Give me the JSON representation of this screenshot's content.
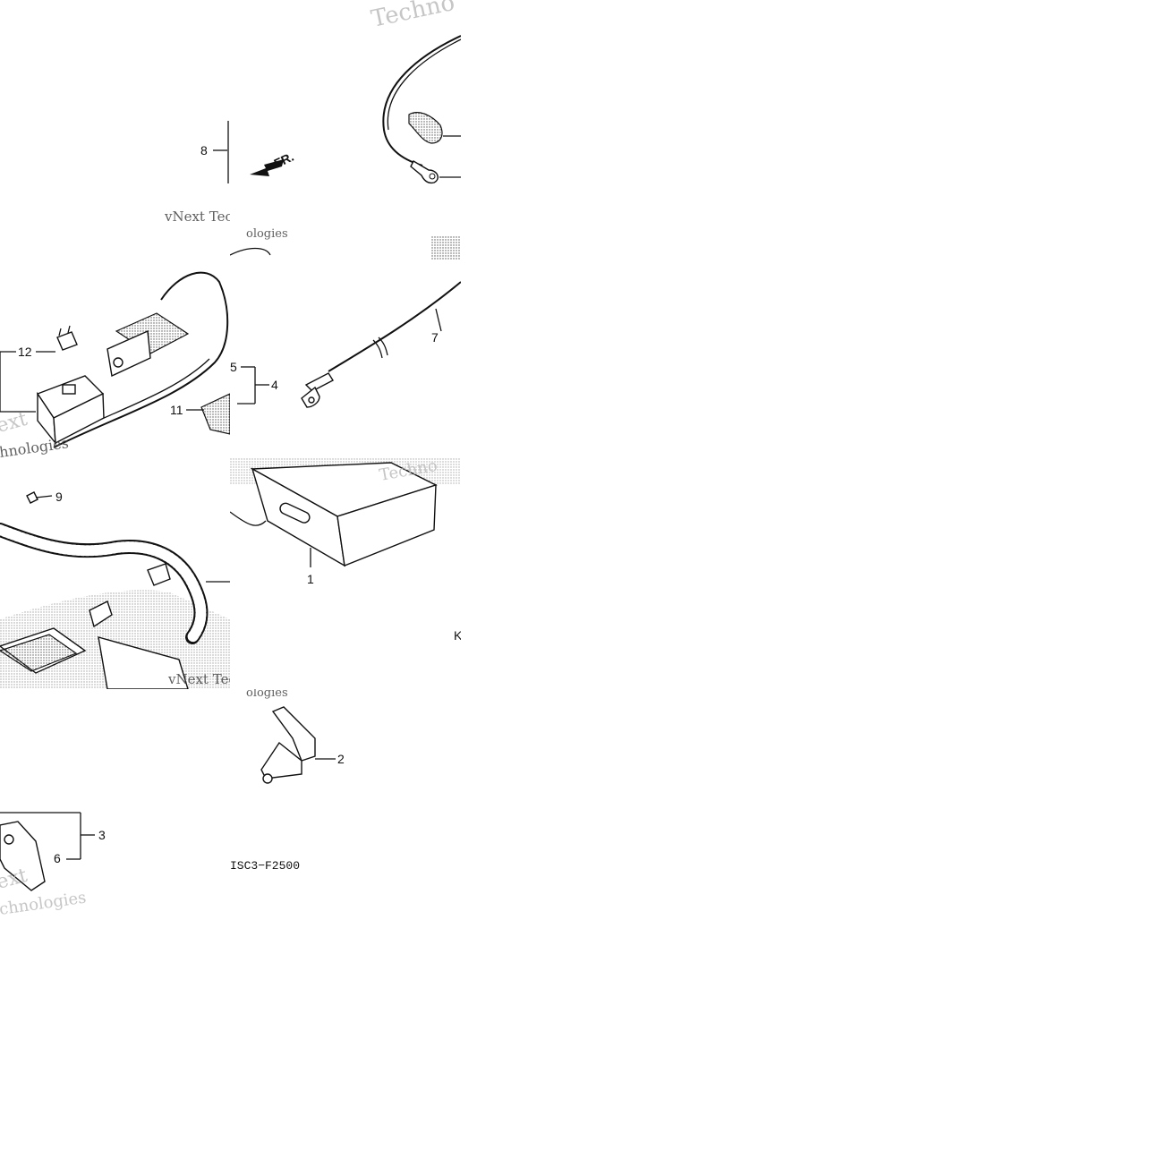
{
  "callouts": {
    "c1": "1",
    "c2": "2",
    "c3": "3",
    "c4": "4",
    "c5": "5",
    "c6": "6",
    "c7": "7",
    "c8": "8",
    "c9": "9",
    "c11": "11",
    "c12": "12"
  },
  "front_arrow_label": "FR.",
  "diagram_code": "ISC3−F2500",
  "cut_letter": "K",
  "watermark": {
    "t1": "Techno",
    "t2": "vNext Tec",
    "t3": "hnologies",
    "t4": "ext",
    "t5": "vNext Tec",
    "t6": "ologies",
    "t7": "Techno",
    "t8": "chnologies",
    "t9": "ext",
    "t10": "ologies"
  }
}
